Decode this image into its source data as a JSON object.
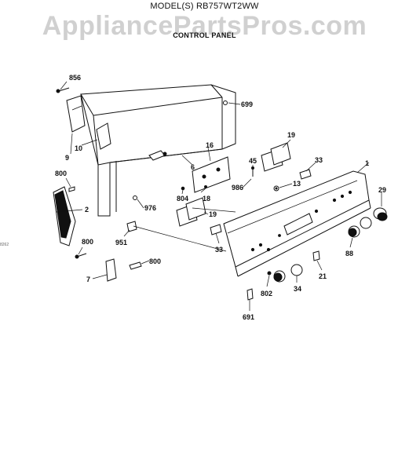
{
  "header": {
    "model": "MODEL(S) RB757WT2WW",
    "watermark": "AppliancePartsPros.com",
    "subtitle": "CONTROL PANEL"
  },
  "margin_text": "8262",
  "parts": {
    "p856": "856",
    "p699": "699",
    "p19a": "19",
    "p16": "16",
    "p10": "10",
    "p9": "9",
    "p6": "6",
    "p45": "45",
    "p33a": "33",
    "p1": "1",
    "p800a": "800",
    "p13": "13",
    "p986": "986",
    "p29": "29",
    "p2": "2",
    "p804": "804",
    "p18": "18",
    "p976": "976",
    "p19b": "19",
    "p800b": "800",
    "p951": "951",
    "p33b": "33",
    "p88": "88",
    "p800c": "800",
    "p7": "7",
    "p21": "21",
    "p34": "34",
    "p802": "802",
    "p691": "691"
  }
}
